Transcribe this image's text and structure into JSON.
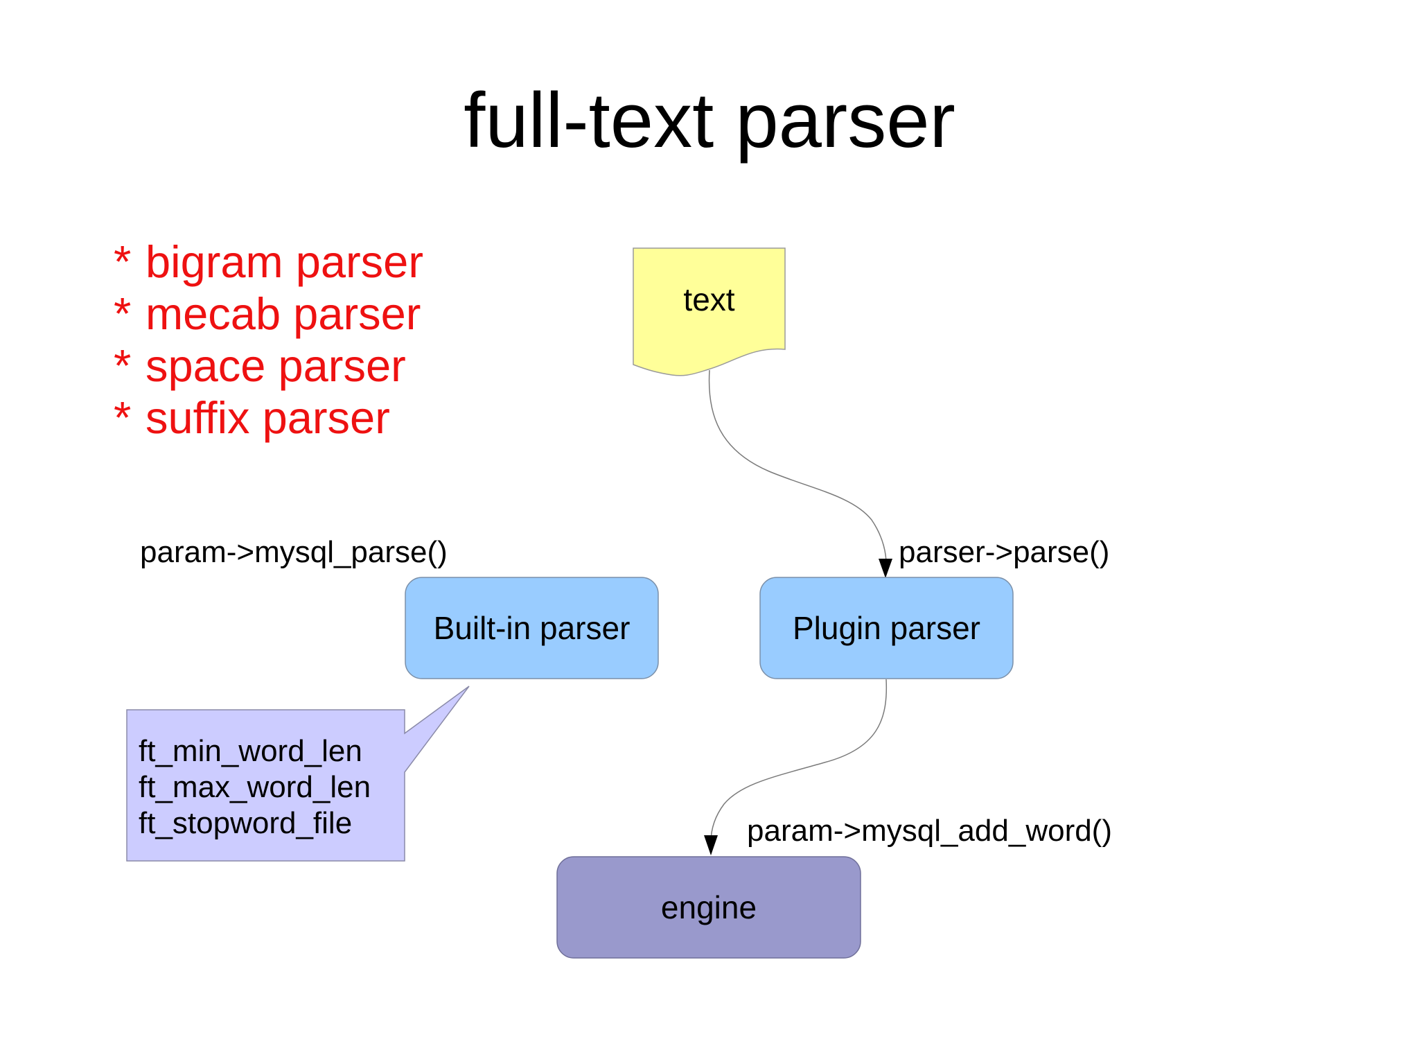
{
  "title": "full-text parser",
  "parser_types": [
    {
      "bullet": "*",
      "label": "bigram parser"
    },
    {
      "bullet": "*",
      "label": "mecab parser"
    },
    {
      "bullet": "*",
      "label": "space parser"
    },
    {
      "bullet": "*",
      "label": "suffix parser"
    }
  ],
  "nodes": {
    "text": {
      "label": "text"
    },
    "builtin_parser": {
      "label": "Built-in parser"
    },
    "plugin_parser": {
      "label": "Plugin parser"
    },
    "engine": {
      "label": "engine"
    }
  },
  "edges": {
    "text_to_plugin": {
      "label": "parser->parse()"
    },
    "plugin_to_engine": {
      "label": "param->mysql_add_word()"
    },
    "builtin_call": {
      "label": "param->mysql_parse()"
    }
  },
  "note": {
    "lines": [
      "ft_min_word_len",
      "ft_max_word_len",
      "ft_stopword_file"
    ]
  },
  "colors": {
    "bullet_text": "#ee1111",
    "text_node_fill": "#ffff99",
    "parser_fill": "#99ccff",
    "engine_fill": "#9999cc",
    "note_fill": "#ccccff"
  }
}
